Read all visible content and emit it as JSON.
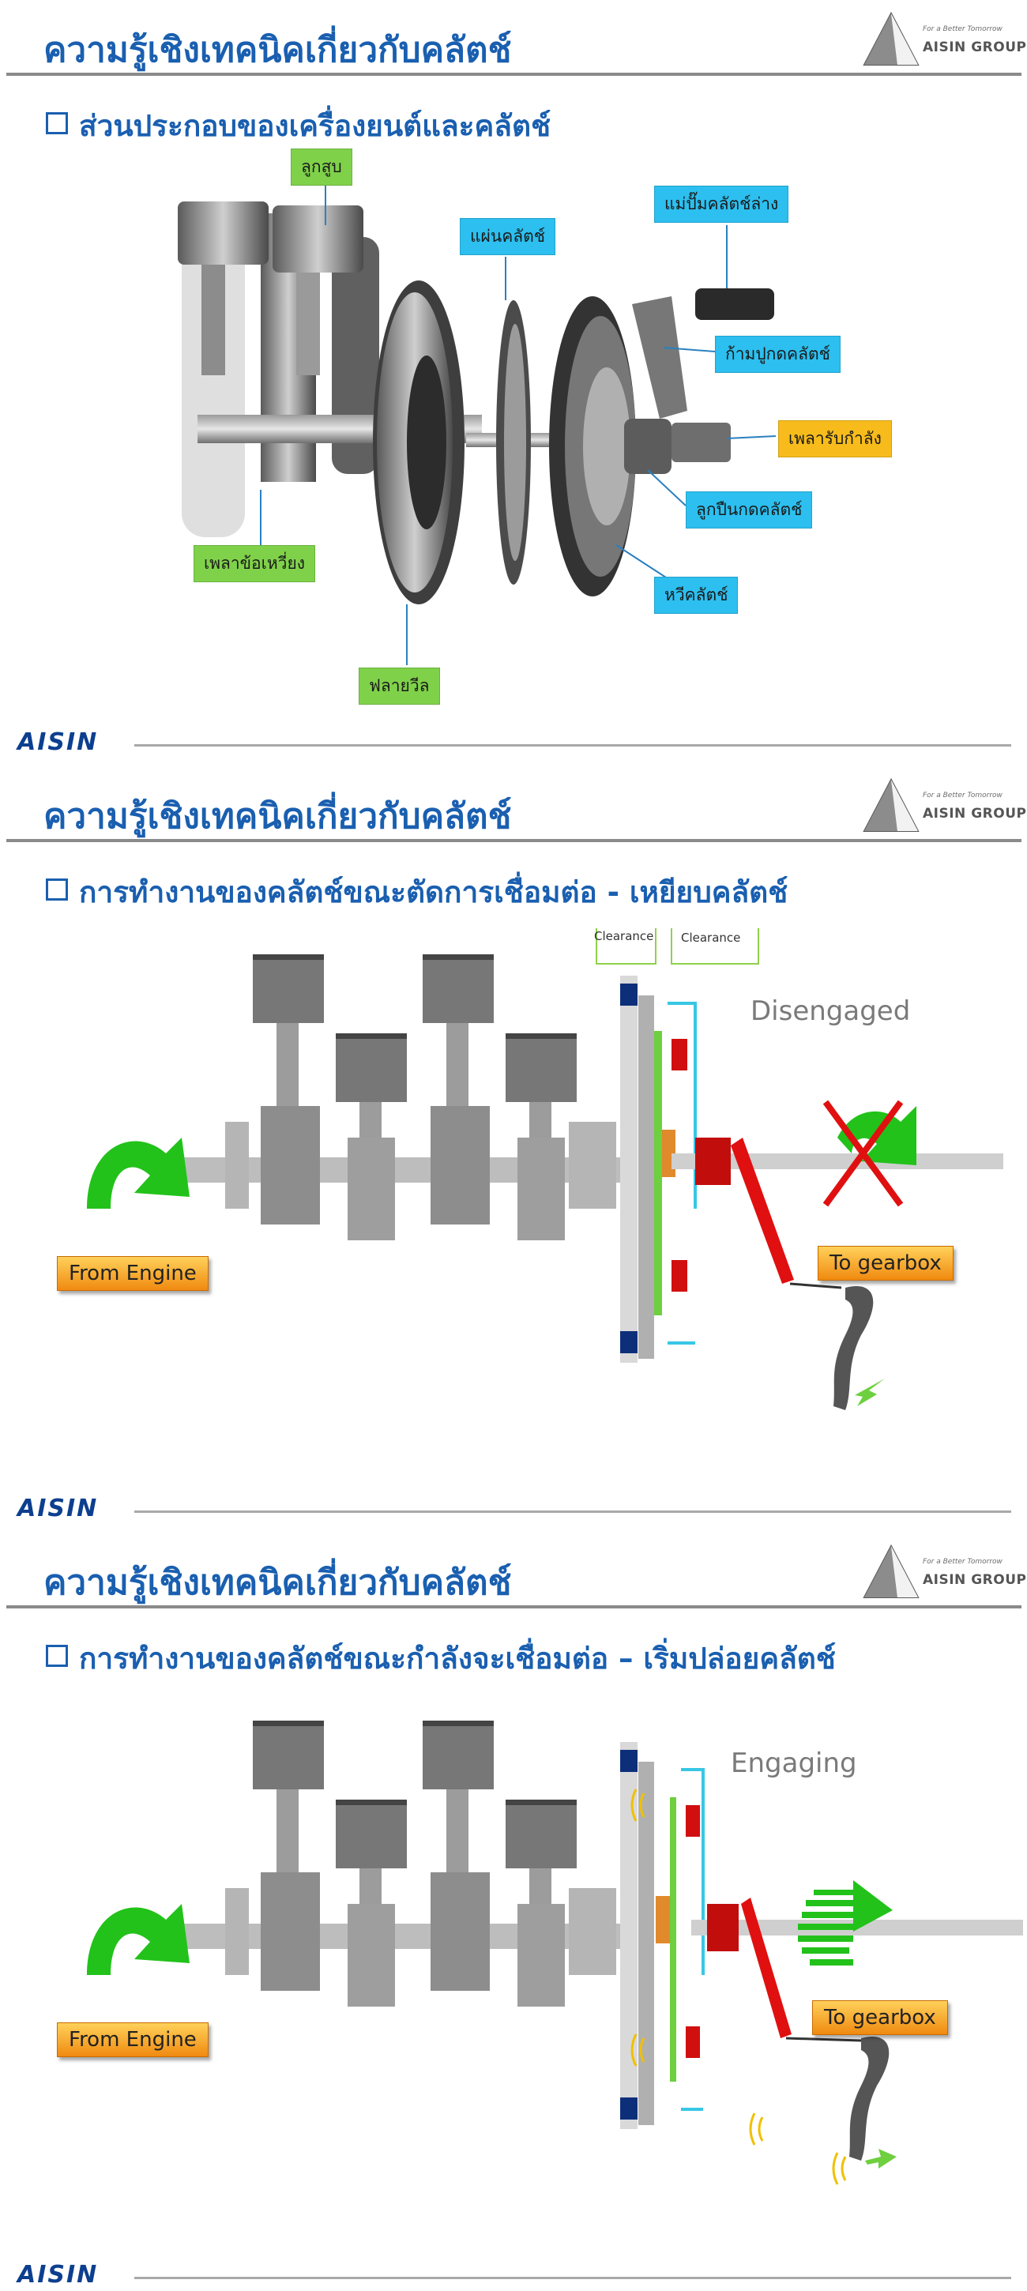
{
  "header": {
    "title": "ความรู้เชิงเทคนิคเกี่ยวกับคลัตช์",
    "tagline": "For a Better Tomorrow",
    "brand": "AISIN GROUP"
  },
  "footer": {
    "logo": "AISIN"
  },
  "slides": [
    {
      "subtitle": "ส่วนประกอบของเครื่องยนต์และคลัตช์",
      "labels": {
        "piston": "ลูกสูบ",
        "clutch_disc": "แผ่นคลัตช์",
        "slave_cylinder": "แม่ปั๊มคลัตช์ล่าง",
        "release_fork": "ก้ามปูกดคลัตช์",
        "input_shaft": "เพลารับกำลัง",
        "release_bearing": "ลูกปืนกดคลัตช์",
        "crankshaft": "เพลาข้อเหวี่ยง",
        "pressure_plate": "หวีคลัตช์",
        "flywheel": "ฟลายวีล"
      }
    },
    {
      "subtitle": "การทำงานของคลัตช์ขณะตัดการเชื่อมต่อ - เหยียบคลัตช์",
      "clearance_left": "Clearance",
      "clearance_right": "Clearance",
      "state": "Disengaged",
      "from_engine": "From Engine",
      "to_gearbox": "To gearbox"
    },
    {
      "subtitle": "การทำงานของคลัตช์ขณะกำลังจะเชื่อมต่อ – เริ่มปล่อยคลัตช์",
      "state": "Engaging",
      "from_engine": "From Engine",
      "to_gearbox": "To gearbox"
    }
  ],
  "colors": {
    "title_blue": "#1a5fb0",
    "label_green": "#7fd14a",
    "label_blue": "#2cbfef",
    "label_yellow": "#f7bc1c",
    "arrow_green": "#22c21a",
    "clutch_red": "#d10f0f",
    "aisin_navy": "#0d3f8f"
  }
}
